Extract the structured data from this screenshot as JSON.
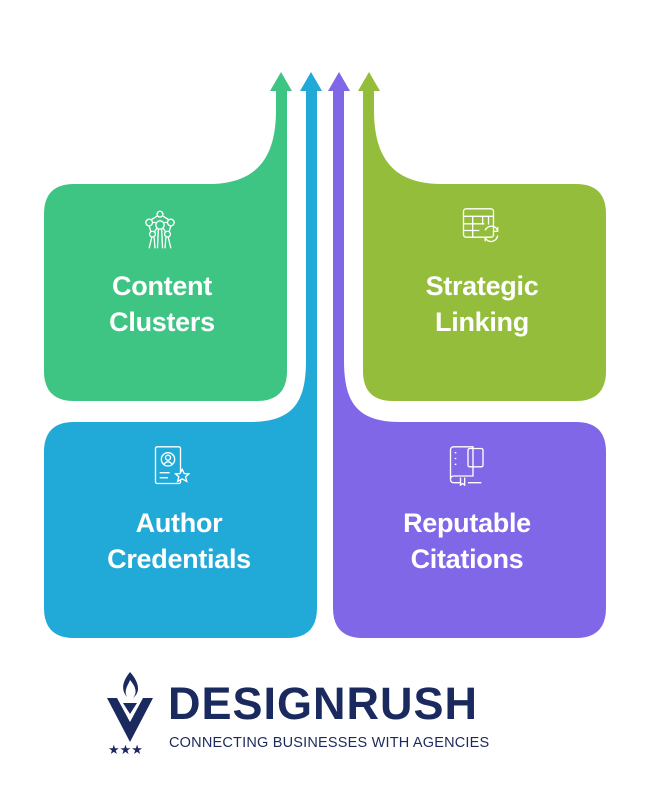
{
  "cards": [
    {
      "line1": "Content",
      "line2": "Clusters",
      "icon": "network-icon",
      "color": "#3ec584"
    },
    {
      "line1": "Strategic",
      "line2": "Linking",
      "icon": "table-refresh-icon",
      "color": "#93bd3a"
    },
    {
      "line1": "Author",
      "line2": "Credentials",
      "icon": "certificate-icon",
      "color": "#21aad8"
    },
    {
      "line1": "Reputable",
      "line2": "Citations",
      "icon": "book-icon",
      "color": "#8067e8"
    }
  ],
  "logo": {
    "name": "DESIGNRUSH",
    "tagline": "CONNECTING BUSINESSES WITH AGENCIES",
    "color": "#1b2a5e"
  }
}
